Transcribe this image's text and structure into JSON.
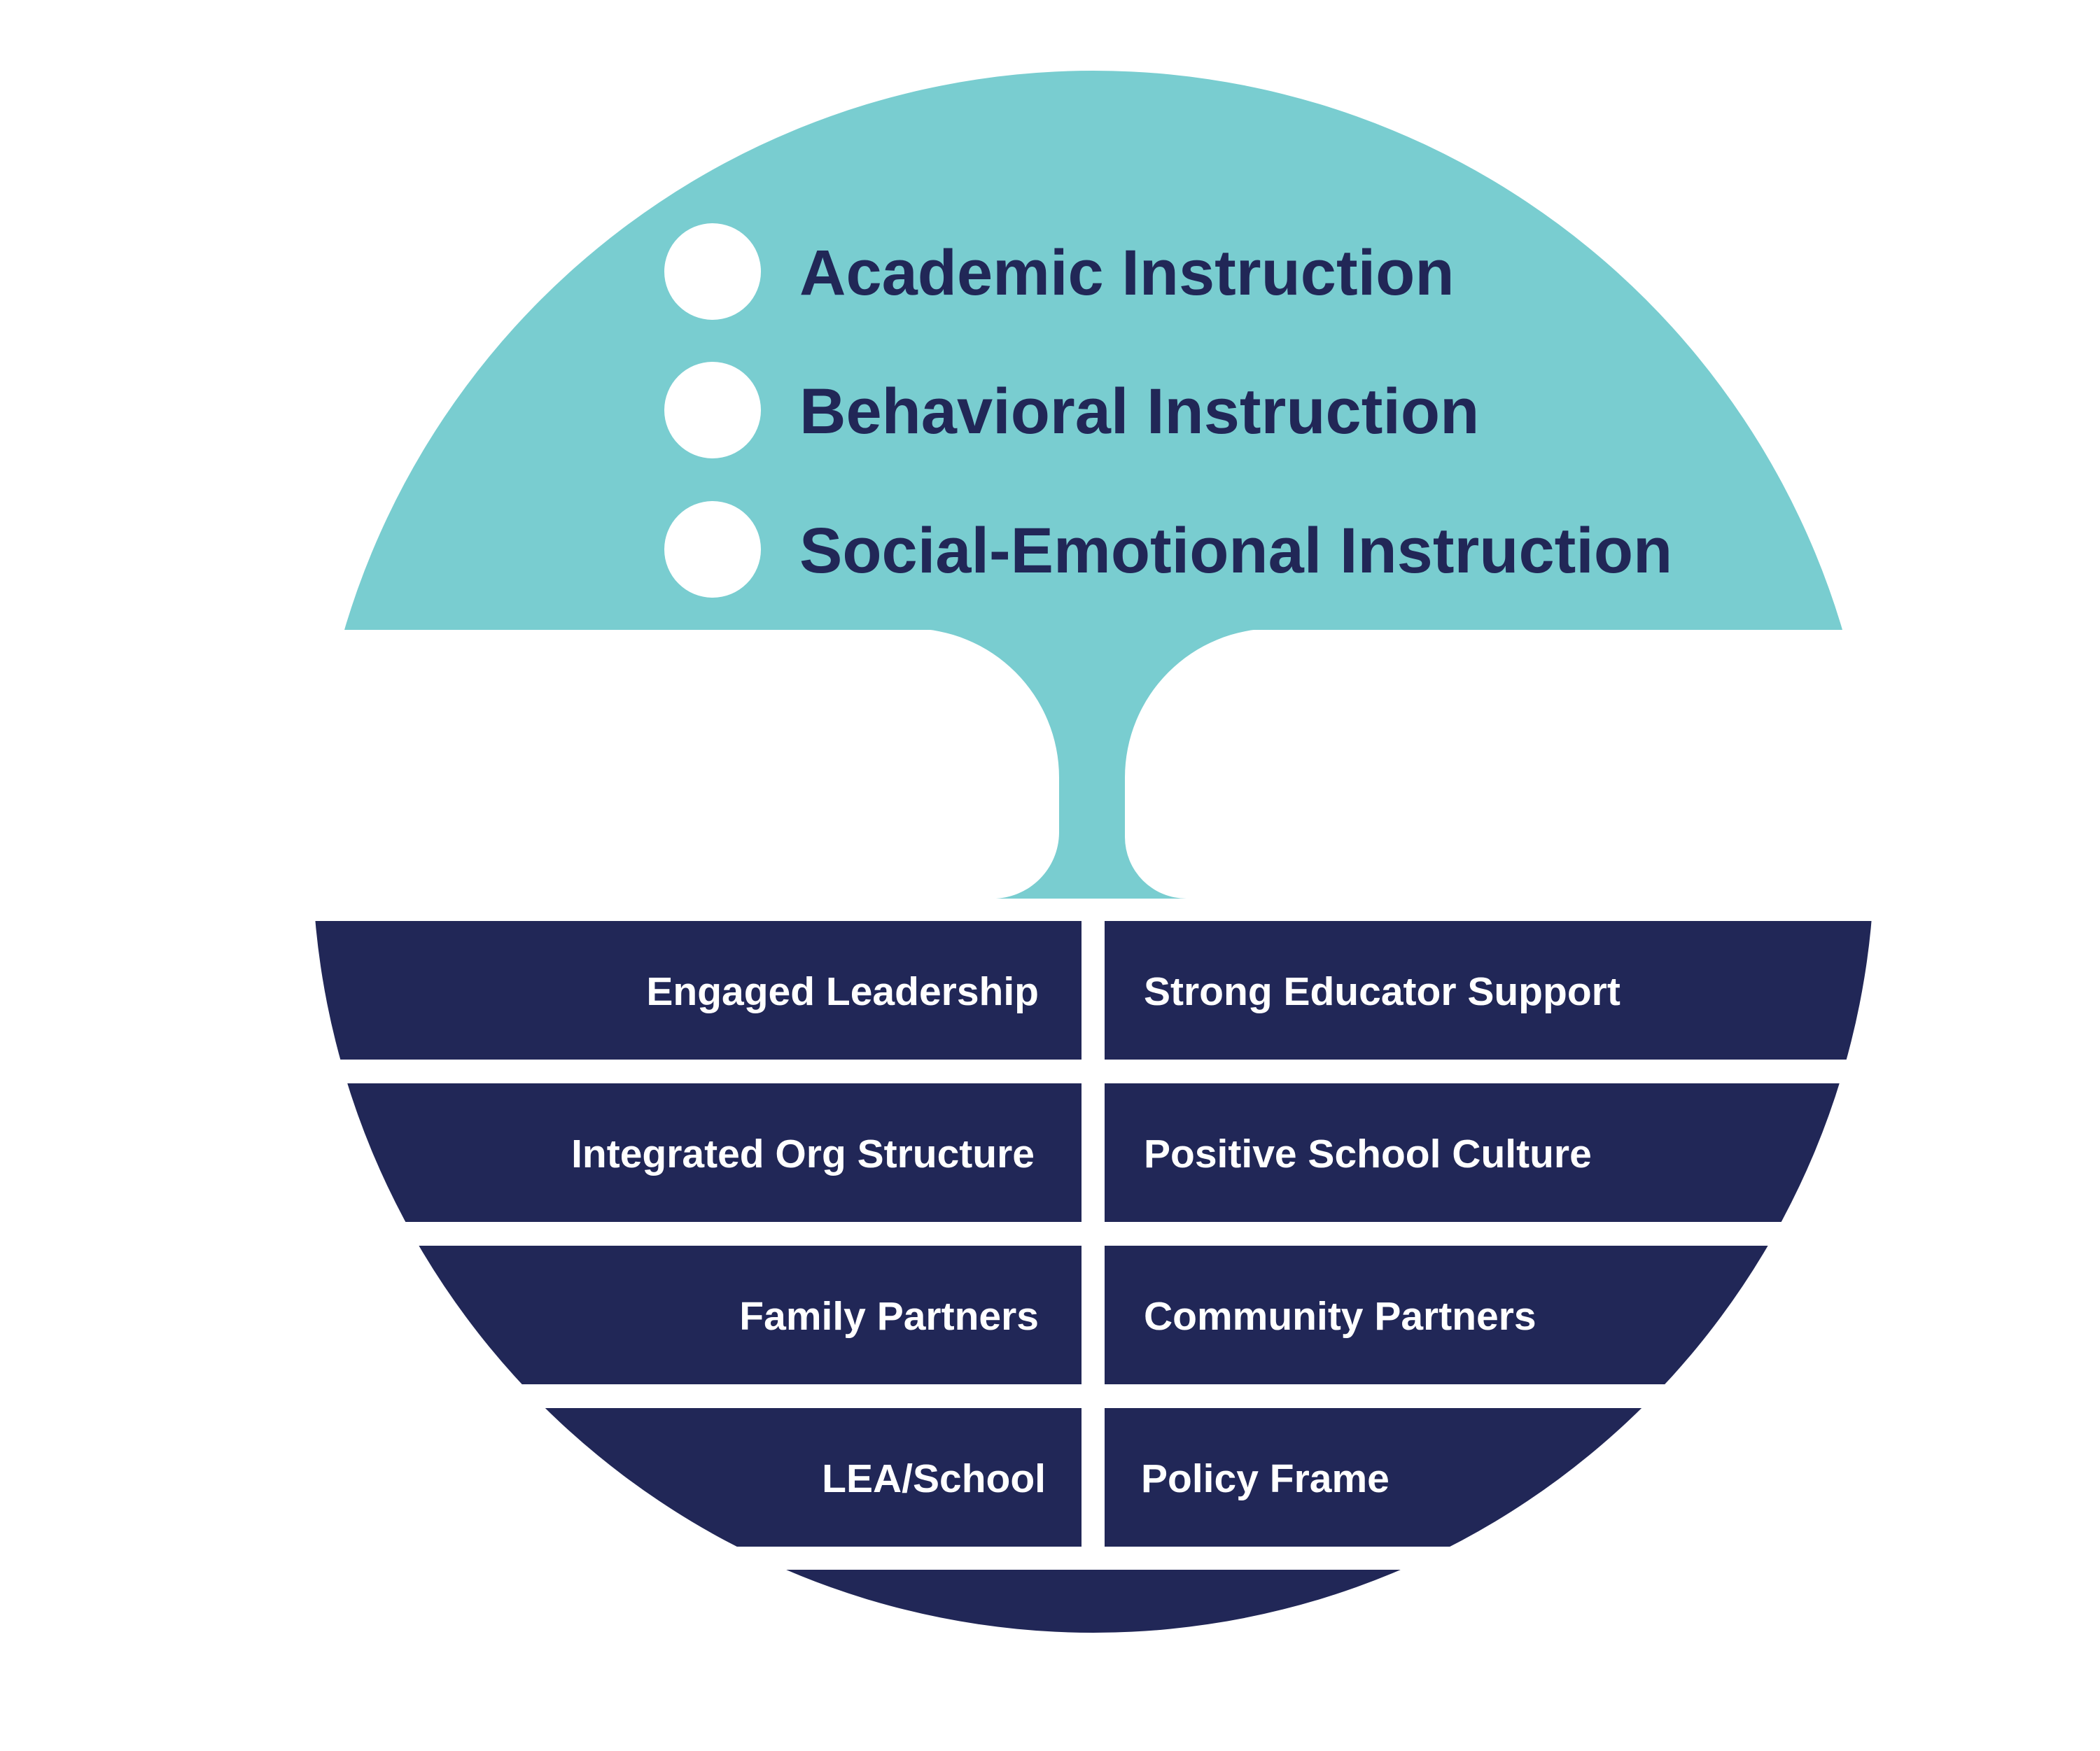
{
  "colors": {
    "canopy": "#79cdd0",
    "roots": "#212757",
    "instruction_text": "#212757",
    "bullet": "#ffffff",
    "cell_text": "#ffffff",
    "background": "#ffffff"
  },
  "instruction": {
    "items": [
      {
        "label": "Academic Instruction"
      },
      {
        "label": "Behavioral Instruction"
      },
      {
        "label": "Social-Emotional Instruction"
      }
    ]
  },
  "foundation": {
    "rows": [
      {
        "left": "Engaged Leadership",
        "right": "Strong Educator Support"
      },
      {
        "left": "Integrated Org Structure",
        "right": "Positive School Culture"
      },
      {
        "left": "Family Partners",
        "right": "Community Partners"
      },
      {
        "left": "LEA/School",
        "right": "Policy Frame"
      }
    ]
  }
}
